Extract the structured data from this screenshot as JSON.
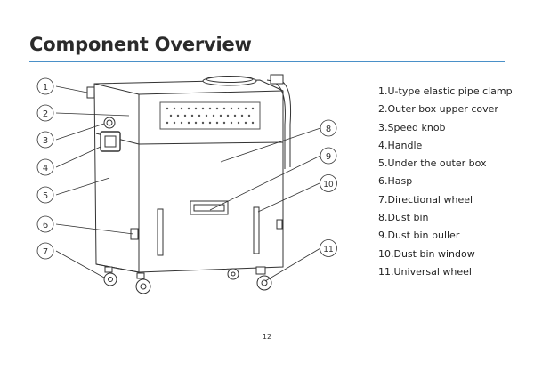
{
  "title": "Component Overview",
  "page_number": "12",
  "callouts": [
    "1",
    "2",
    "3",
    "4",
    "5",
    "6",
    "7",
    "8",
    "9",
    "10",
    "11"
  ],
  "components": [
    "1.U-type elastic pipe clamp",
    "2.Outer box upper cover",
    "3.Speed knob",
    "4.Handle",
    "5.Under the outer box",
    "6.Hasp",
    "7.Directional wheel",
    "8.Dust bin",
    "9.Dust bin puller",
    "10.Dust bin window",
    "11.Universal wheel"
  ],
  "colors": {
    "accent_rule": "#4a90c8"
  }
}
